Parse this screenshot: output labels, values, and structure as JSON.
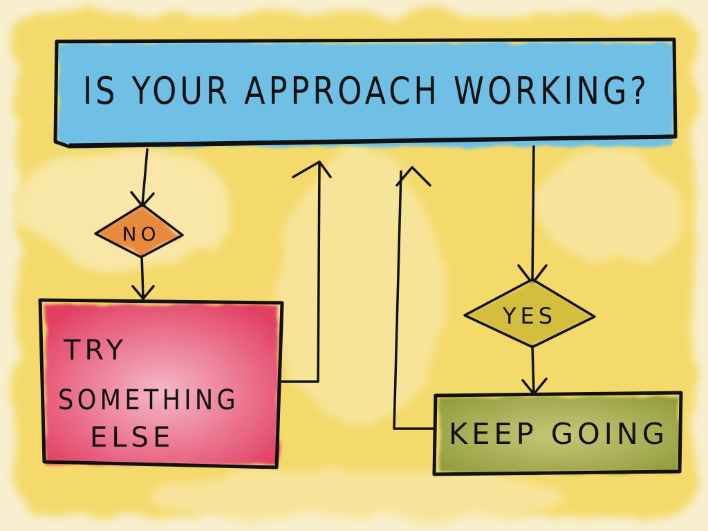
{
  "diagram": {
    "question": "IS YOUR APPROACH WORKING?",
    "no_label": "NO",
    "yes_label": "YES",
    "no_box_lines": [
      "TRY",
      "SOMETHING",
      "ELSE"
    ],
    "yes_box_label": "KEEP GOING"
  },
  "colors": {
    "background": "#f4d75a",
    "question_box": "#6fc0e6",
    "no_diamond": "#e88a3a",
    "yes_diamond": "#d4be3e",
    "no_box": "#e0506e",
    "yes_box": "#a9a94a",
    "ink": "#111111"
  }
}
